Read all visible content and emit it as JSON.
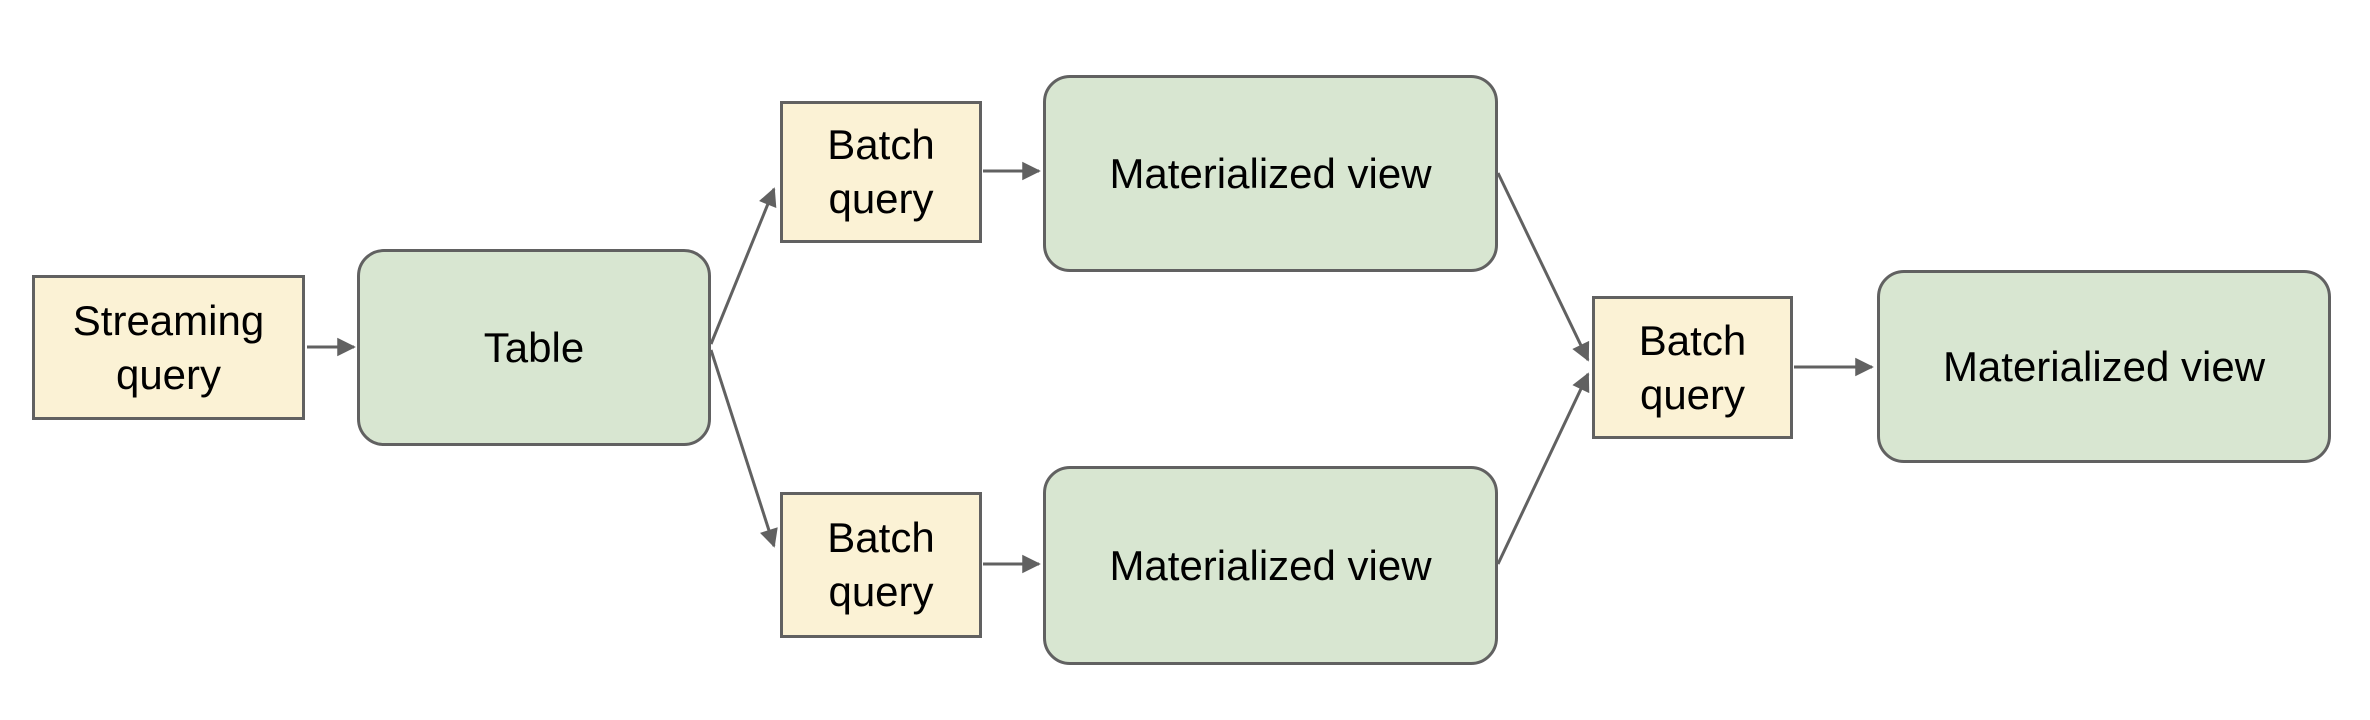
{
  "diagram": {
    "title": "streaming-to-materialized-view-pipeline",
    "background": "#ffffff",
    "colors": {
      "query_fill": "#fbf2d5",
      "view_fill": "#d8e6d1",
      "outline": "#616161",
      "arrow": "#616161",
      "text": "#000000"
    },
    "nodes": [
      {
        "id": "streaming-query",
        "label": "Streaming query",
        "shape": "rectangle"
      },
      {
        "id": "table",
        "label": "Table",
        "shape": "rounded"
      },
      {
        "id": "batch-query-top",
        "label": "Batch query",
        "shape": "rectangle"
      },
      {
        "id": "materialized-view-top",
        "label": "Materialized view",
        "shape": "rounded"
      },
      {
        "id": "batch-query-bottom",
        "label": "Batch query",
        "shape": "rectangle"
      },
      {
        "id": "materialized-view-bottom",
        "label": "Materialized view",
        "shape": "rounded"
      },
      {
        "id": "batch-query-right",
        "label": "Batch query",
        "shape": "rectangle"
      },
      {
        "id": "materialized-view-right",
        "label": "Materialized view",
        "shape": "rounded"
      }
    ],
    "edges": [
      {
        "from": "streaming-query",
        "to": "table"
      },
      {
        "from": "table",
        "to": "batch-query-top"
      },
      {
        "from": "table",
        "to": "batch-query-bottom"
      },
      {
        "from": "batch-query-top",
        "to": "materialized-view-top"
      },
      {
        "from": "batch-query-bottom",
        "to": "materialized-view-bottom"
      },
      {
        "from": "materialized-view-top",
        "to": "batch-query-right"
      },
      {
        "from": "materialized-view-bottom",
        "to": "batch-query-right"
      },
      {
        "from": "batch-query-right",
        "to": "materialized-view-right"
      }
    ]
  }
}
